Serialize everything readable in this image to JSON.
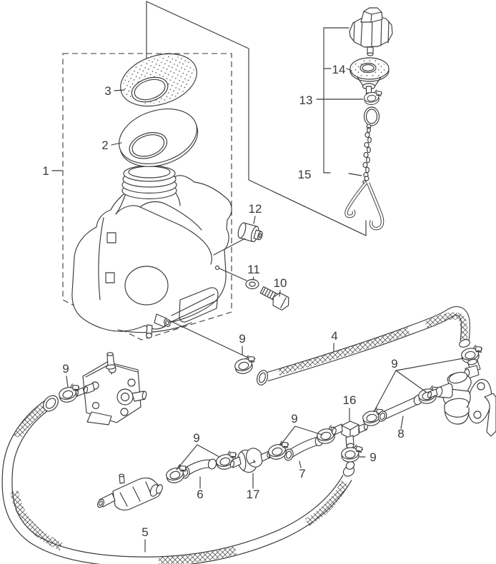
{
  "colors": {
    "line": "#3a3a3a",
    "background": "#ffffff"
  },
  "callouts": {
    "tank_assembly": "1",
    "plate": "2",
    "filter_element": "3",
    "hose_upper": "4",
    "hose_lower": "5",
    "hose_joint": "6",
    "hose_mid": "7",
    "hose_cock": "8",
    "clamp_tank": "9",
    "clamp_pump": "9",
    "clamp_joint": "9",
    "clamp_mid": "9",
    "clamp_upper": "9",
    "clamp_tee": "9",
    "bolt": "10",
    "washer": "11",
    "grommet": "12",
    "cap_assembly": "13",
    "cap_gasket": "14",
    "chain": "15",
    "tee_joint": "16",
    "fuel_filter": "17"
  }
}
